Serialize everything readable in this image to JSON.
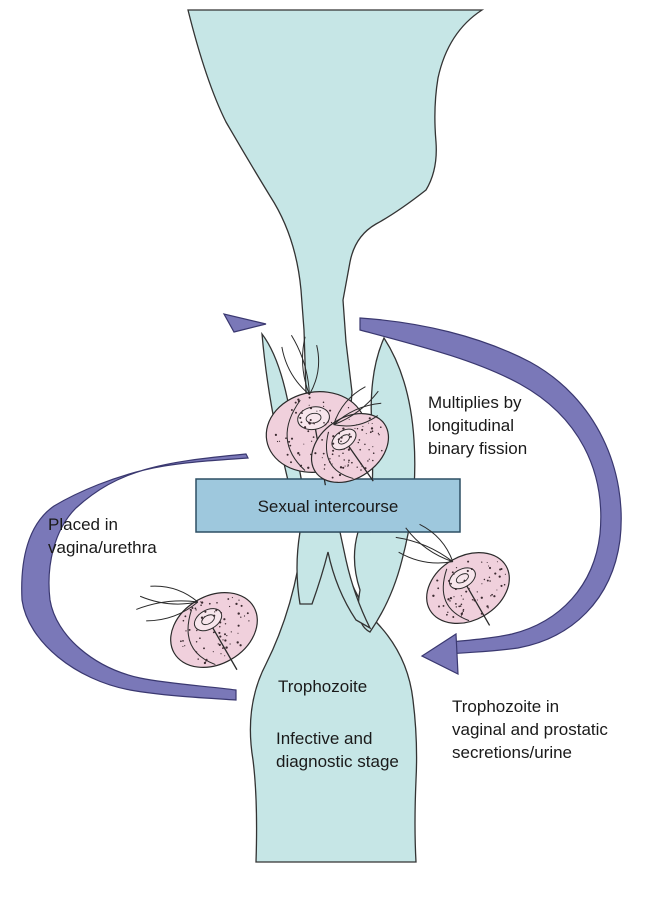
{
  "colors": {
    "tract_fill": "#c6e6e6",
    "tract_stroke": "#333333",
    "arrow": "#7a78b8",
    "arrow_stroke": "#3a3870",
    "box_fill": "#9ec8dd",
    "box_stroke": "#2d4f63",
    "parasite_fill": "#f0d0dc",
    "parasite_stroke": "#2a2a2a"
  },
  "labels": {
    "multiplies": [
      "Multiplies by",
      "longitudinal",
      "binary fission"
    ],
    "placed": [
      "Placed in",
      "vagina/urethra"
    ],
    "sexual": "Sexual intercourse",
    "trophozoite": "Trophozoite",
    "infective": [
      "Infective and",
      "diagnostic stage"
    ],
    "secretions": [
      "Trophozoite in",
      "vaginal and prostatic",
      "secretions/urine"
    ]
  }
}
